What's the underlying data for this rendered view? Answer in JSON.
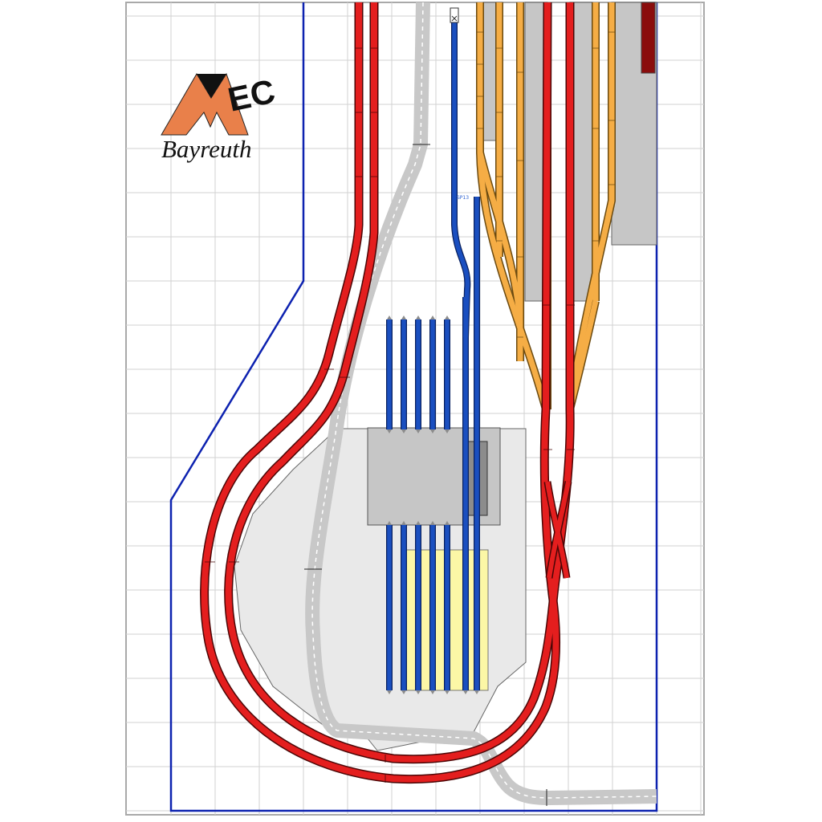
{
  "logo": {
    "letters": "EC",
    "city": "Bayreuth",
    "colors": {
      "m_body": "#e9804a",
      "m_peak": "#111111",
      "text": "#111111"
    }
  },
  "track_label": "SP13",
  "colors": {
    "mainline": "#e41e1e",
    "yard_blue": "#1a4fc0",
    "yard_orange": "#f5ad45",
    "road": "#c8c8c8",
    "platform_gray": "#c6c6c6",
    "ground": "#e9e9e9",
    "sand": "#fcf7a6",
    "boundary": "#0d22b0",
    "grid": "#d2d2d2",
    "dark_red": "#8a0d0d"
  }
}
